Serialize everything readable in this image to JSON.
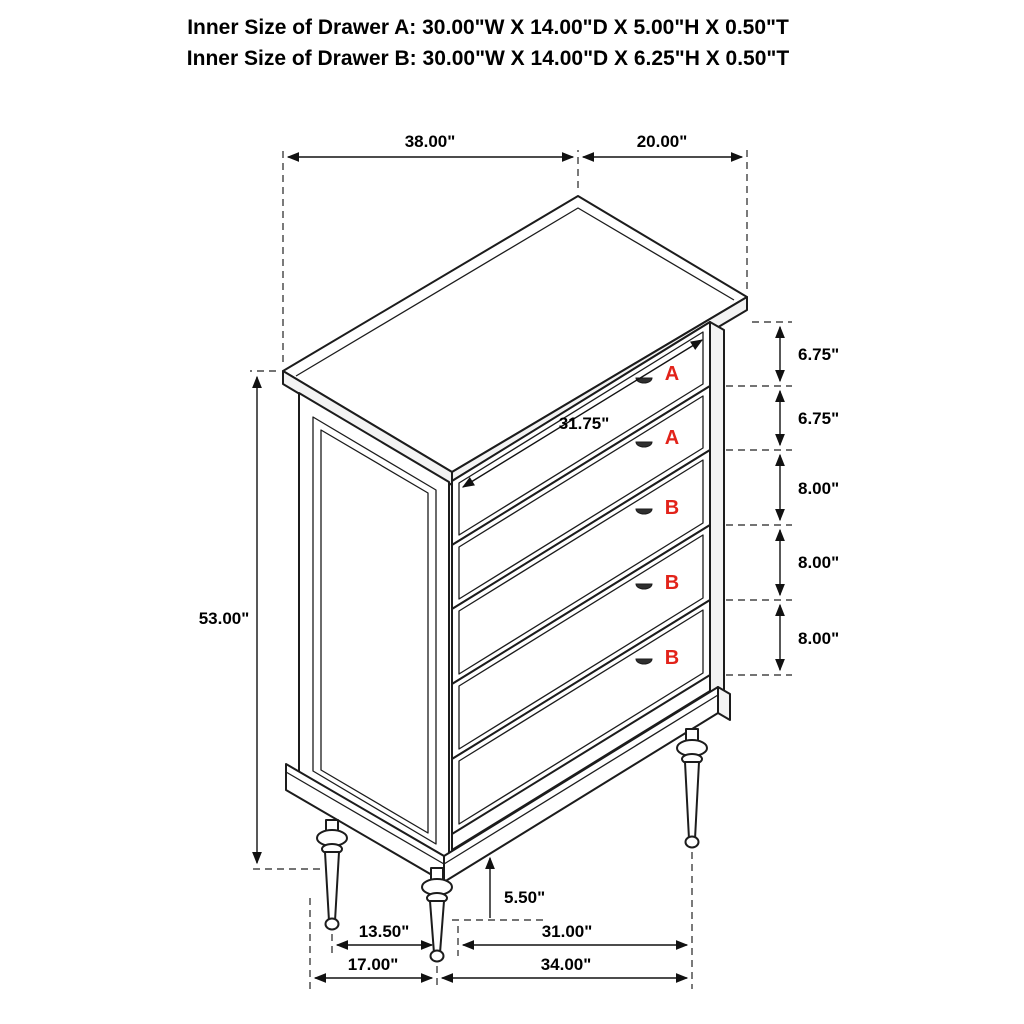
{
  "title": {
    "line1": "Inner Size of Drawer A: 30.00\"W X 14.00\"D X 5.00\"H X 0.50\"T",
    "line2": "Inner Size of Drawer B: 30.00\"W X 14.00\"D X 6.25\"H X 0.50\"T"
  },
  "drawers": [
    {
      "label": "A"
    },
    {
      "label": "A"
    },
    {
      "label": "B"
    },
    {
      "label": "B"
    },
    {
      "label": "B"
    }
  ],
  "dims": {
    "top_width": "38.00\"",
    "top_depth": "20.00\"",
    "overall_height": "53.00\"",
    "drawer_front_width": "31.75\"",
    "drawer_heights": [
      "6.75\"",
      "6.75\"",
      "8.00\"",
      "8.00\"",
      "8.00\""
    ],
    "leg_clearance": "5.50\"",
    "leg_spacing_depth": "13.50\"",
    "base_depth": "17.00\"",
    "leg_spacing_width": "31.00\"",
    "base_width": "34.00\""
  },
  "colors": {
    "line": "#1c1c1c",
    "drawer_label": "#e2231a",
    "background": "#ffffff"
  }
}
